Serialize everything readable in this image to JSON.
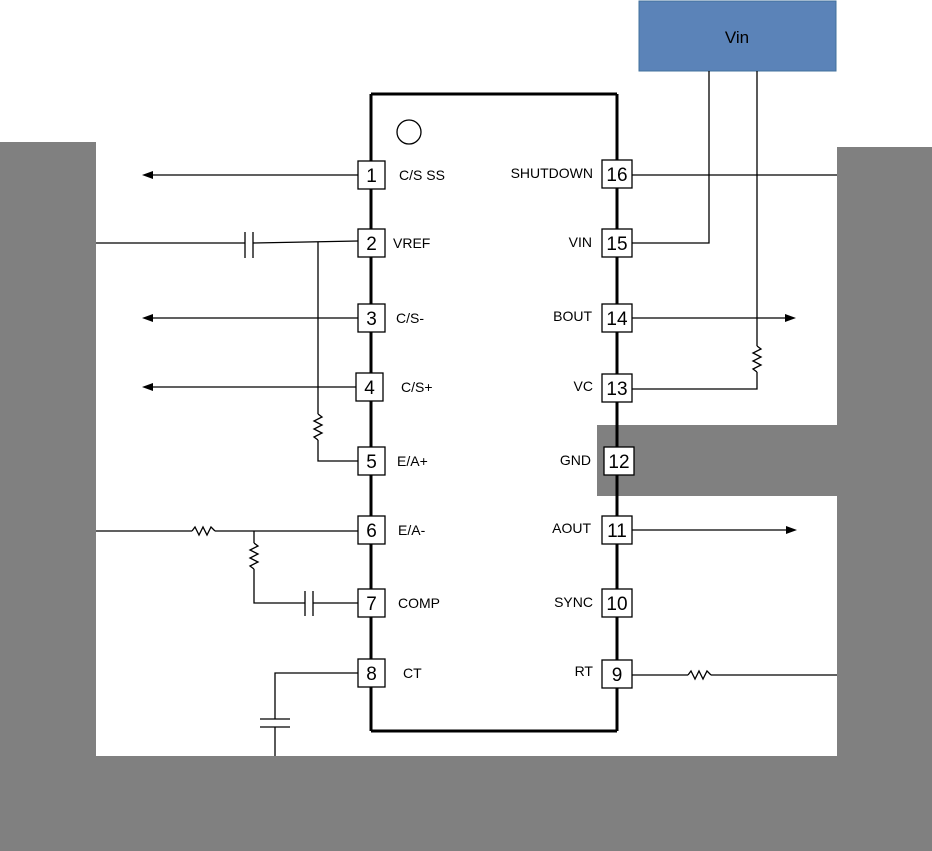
{
  "supply": {
    "label": "Vin",
    "color": "#5b83b8"
  },
  "colors": {
    "ground": "#808080",
    "wire": "#000000"
  },
  "left_pins": [
    {
      "num": "1",
      "label": "C/S SS"
    },
    {
      "num": "2",
      "label": "VREF"
    },
    {
      "num": "3",
      "label": "C/S-"
    },
    {
      "num": "4",
      "label": "C/S+"
    },
    {
      "num": "5",
      "label": "E/A+"
    },
    {
      "num": "6",
      "label": "E/A-"
    },
    {
      "num": "7",
      "label": "COMP"
    },
    {
      "num": "8",
      "label": "CT"
    }
  ],
  "right_pins": [
    {
      "num": "16",
      "label": "SHUTDOWN"
    },
    {
      "num": "15",
      "label": "VIN"
    },
    {
      "num": "14",
      "label": "BOUT"
    },
    {
      "num": "13",
      "label": "VC"
    },
    {
      "num": "12",
      "label": "GND"
    },
    {
      "num": "11",
      "label": "AOUT"
    },
    {
      "num": "10",
      "label": "SYNC"
    },
    {
      "num": "9",
      "label": "RT"
    }
  ]
}
